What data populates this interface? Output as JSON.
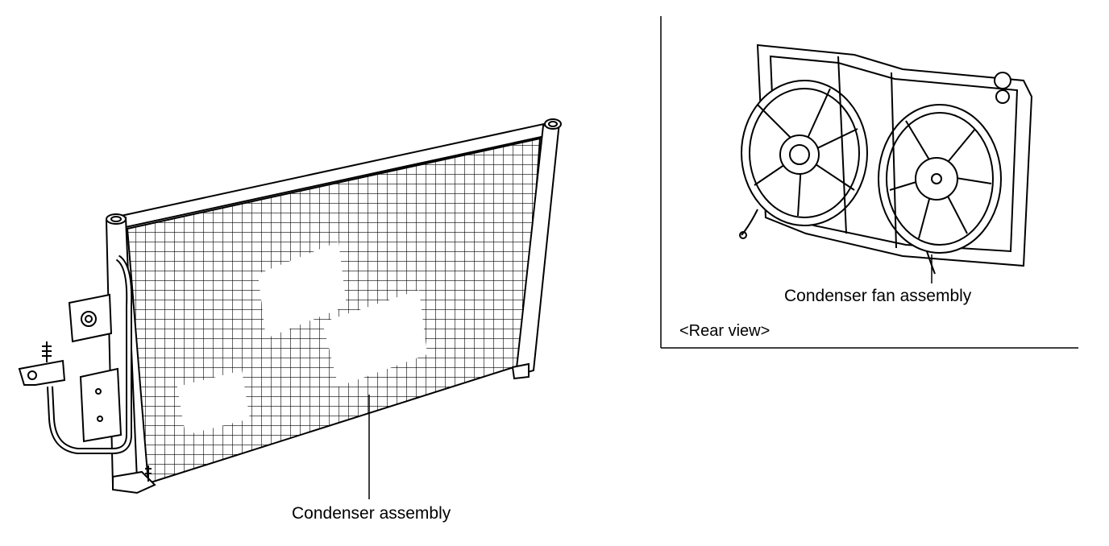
{
  "labels": {
    "condenser_assembly": "Condenser assembly",
    "condenser_fan_assembly": "Condenser fan assembly",
    "rear_view": "<Rear view>"
  },
  "colors": {
    "line": "#000000",
    "background": "#ffffff"
  }
}
